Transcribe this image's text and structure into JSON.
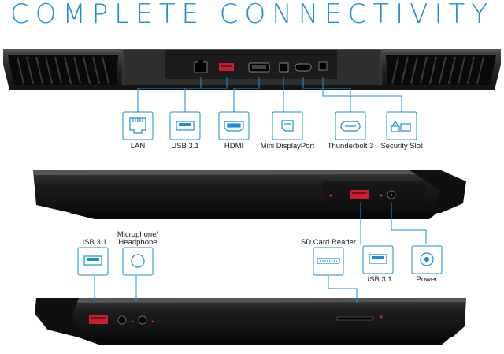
{
  "title": "COMPLETE CONNECTIVITY",
  "rear_ports": [
    "LAN",
    "USB 3.1",
    "HDMI",
    "Mini DisplayPort",
    "Thunderbolt 3",
    "Security Slot"
  ],
  "right_ports": [
    "USB 3.1",
    "Power"
  ],
  "left_ports": [
    "USB 3.1",
    "Microphone/ Headphone",
    "SD Card Reader"
  ],
  "colors": {
    "accent": "#1a8fd6",
    "laptop": "#2a2a2a",
    "port_red": "#d3213a"
  }
}
